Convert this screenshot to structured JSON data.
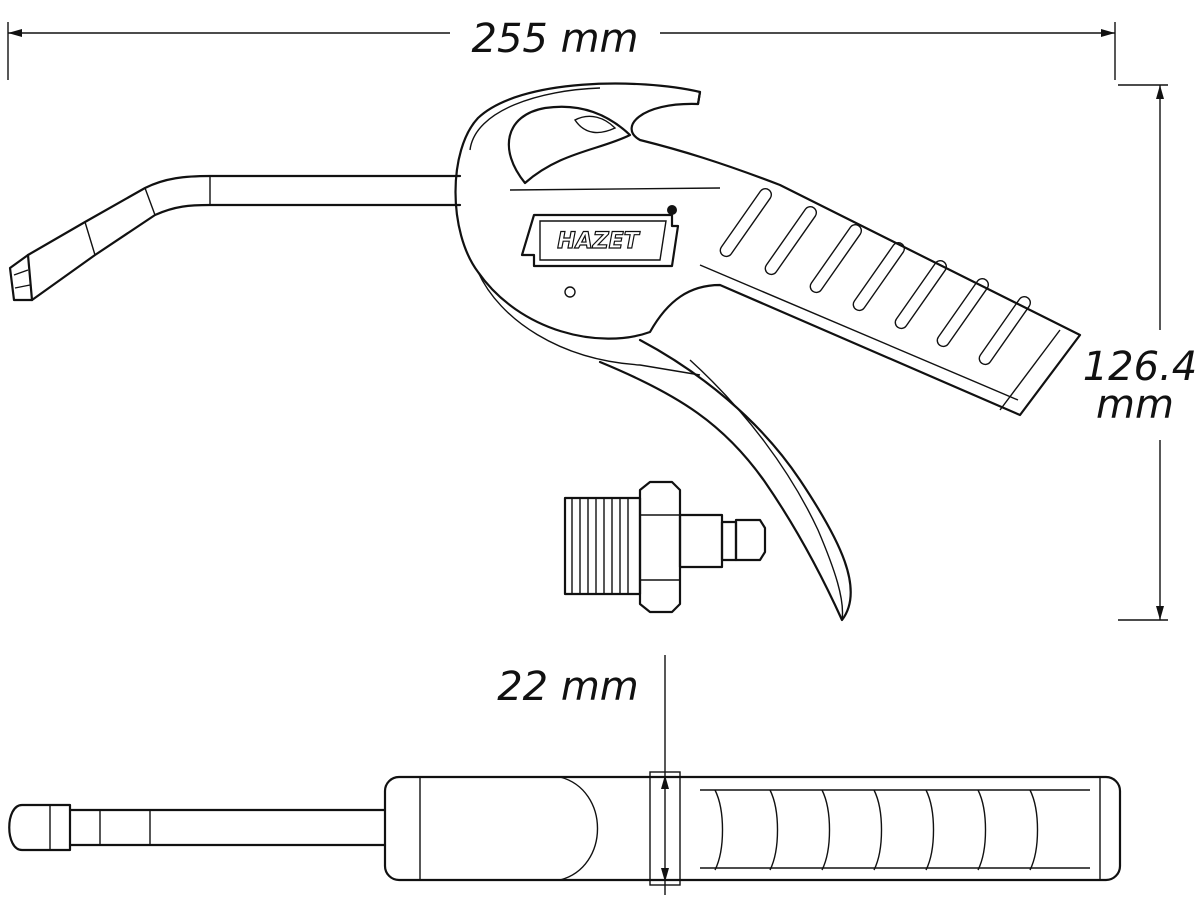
{
  "dimensions": {
    "length": "255 mm",
    "height_value": "126.4",
    "height_unit": "mm",
    "width": "22 mm"
  },
  "brand": {
    "logo_text": "HAZET"
  },
  "colors": {
    "line": "#111111",
    "background": "#ffffff"
  }
}
